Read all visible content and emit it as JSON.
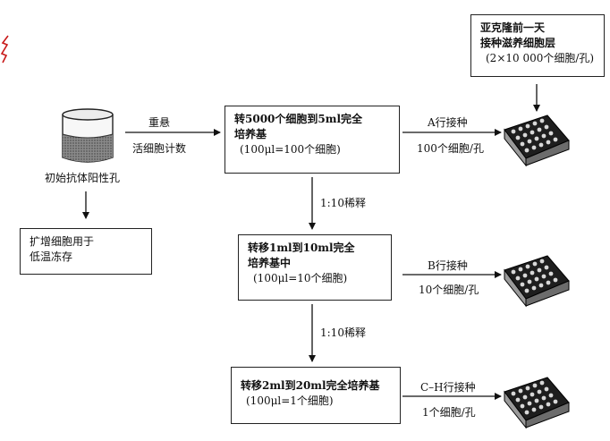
{
  "source": {
    "label": "初始抗体阳性孔"
  },
  "step_resuspend": {
    "top_label": "重悬",
    "bottom_label": "活细胞计数"
  },
  "box_expand": {
    "line1": "扩增细胞用于",
    "line2": "低温冻存"
  },
  "box_feeder": {
    "line1": "亚克隆前一天",
    "line2": "接种滋养细胞层",
    "line3": "(2×10 000个细胞/孔)"
  },
  "box_step1": {
    "line1": "转5000个细胞到5ml完全",
    "line2": "培养基",
    "line3": "(100μl=100个细胞)"
  },
  "box_step2": {
    "line1": "转移1ml到10ml完全",
    "line2": "培养基中",
    "line3": "(100μl=10个细胞)"
  },
  "box_step3": {
    "line1": "转移2ml到20ml完全培养基",
    "line2": "(100μl=1个细胞)"
  },
  "dilution1": "1:10稀释",
  "dilution2": "1:10稀释",
  "row_a": {
    "top": "A行接种",
    "bottom": "100个细胞/孔"
  },
  "row_b": {
    "top": "B行接种",
    "bottom": "10个细胞/孔"
  },
  "row_ch": {
    "top": "C–H行接种",
    "bottom": "1个细胞/孔"
  }
}
